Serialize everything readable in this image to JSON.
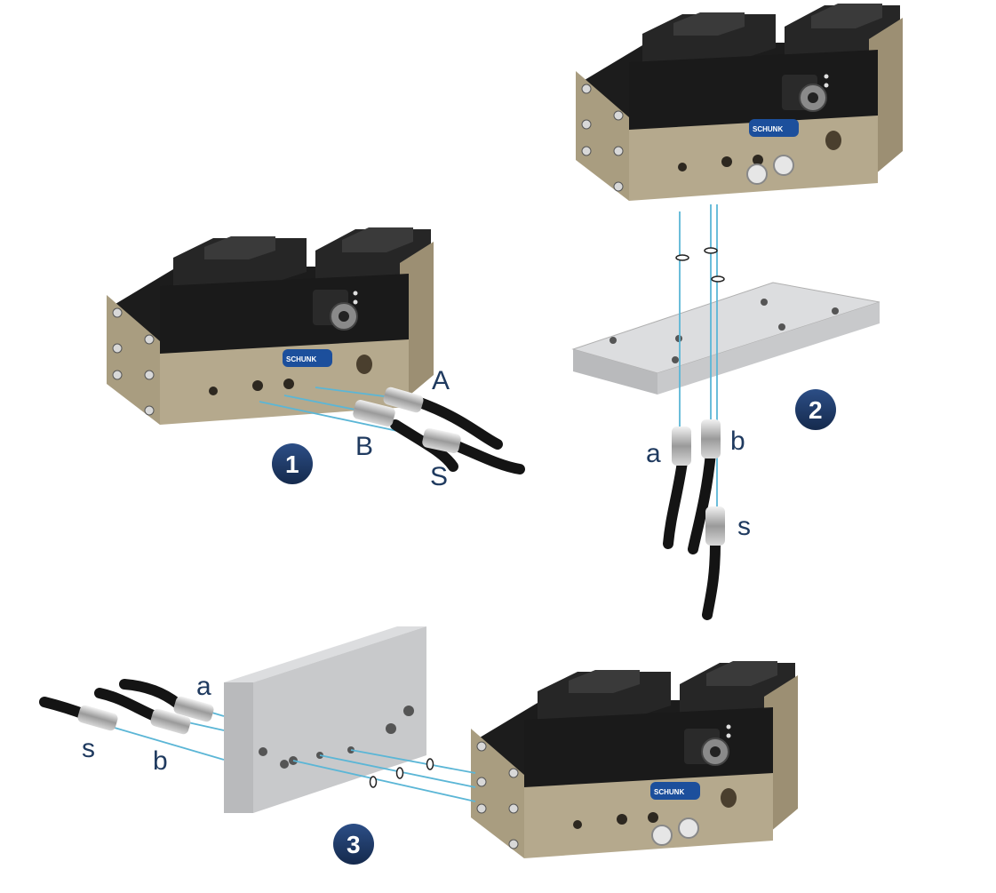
{
  "colors": {
    "housing": "#b5a98d",
    "housing_dark": "#9c8f73",
    "top_black": "#1c1c1c",
    "jaw_black": "#262626",
    "plate": "#c8c9cb",
    "plate_top": "#dcdddf",
    "air_line": "#5bb6d6",
    "hose": "#141414",
    "label_navy": "#1f3a5f",
    "badge": "#1f3a68",
    "logo_blue": "#1c4f9c"
  },
  "brand": "SCHUNK",
  "variant1": {
    "badge": "1",
    "ports": [
      "A",
      "B",
      "S"
    ]
  },
  "variant2": {
    "badge": "2",
    "ports": [
      "a",
      "b",
      "s"
    ]
  },
  "variant3": {
    "badge": "3",
    "ports": [
      "a",
      "b",
      "s"
    ]
  },
  "icons": [
    "badge-circle-icon",
    "m8-connector-icon",
    "fitting-icon",
    "o-ring-icon"
  ]
}
